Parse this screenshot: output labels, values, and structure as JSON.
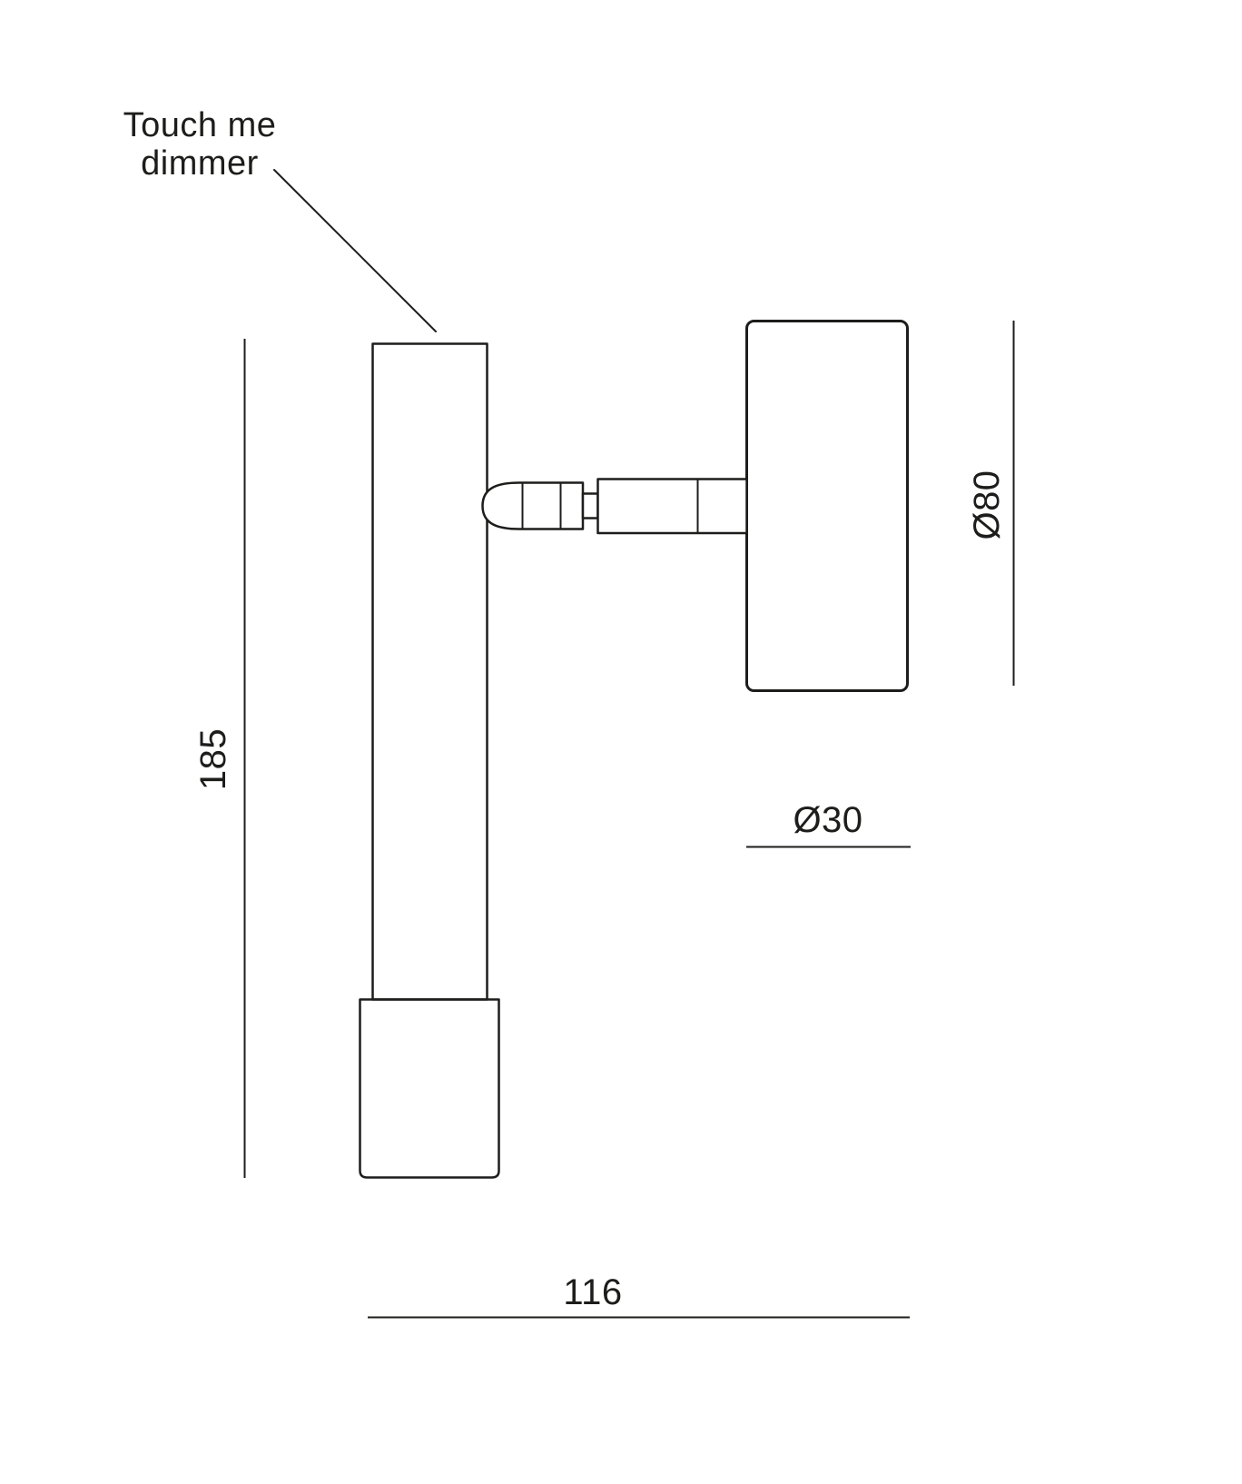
{
  "figure": {
    "title_label": {
      "line1": "Touch me",
      "line2": "dimmer"
    },
    "dimensions": {
      "overall_height": "185",
      "shade_diameter": "Ø80",
      "tube_diameter": "Ø30",
      "overall_width": "116"
    },
    "colors": {
      "line": "#1d1d1b",
      "background": "#ffffff"
    }
  }
}
